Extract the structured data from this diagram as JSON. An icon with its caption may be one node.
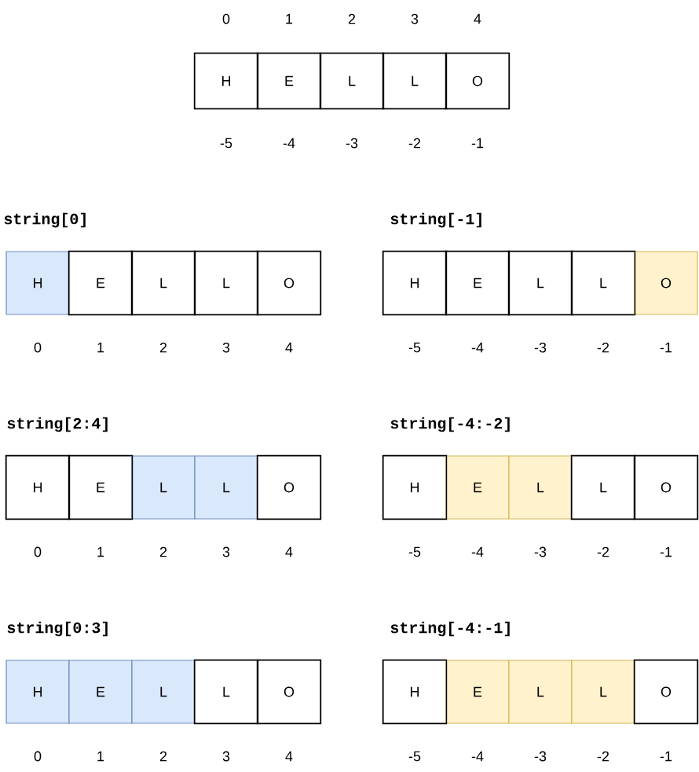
{
  "diagram": {
    "nodes": [
      {
        "text": [
          "H"
        ]
      },
      {
        "text": [
          "E"
        ]
      },
      {
        "text": [
          "L"
        ]
      },
      {
        "text": [
          "L"
        ]
      },
      {
        "text": [
          "O"
        ]
      },
      {
        "text": [
          "H"
        ]
      },
      {
        "text": [
          "E"
        ]
      },
      {
        "text": [
          "L"
        ]
      },
      {
        "text": [
          "L"
        ]
      },
      {
        "text": [
          "O"
        ]
      },
      {
        "text": [
          "H"
        ]
      },
      {
        "text": [
          "E"
        ]
      },
      {
        "text": [
          "L"
        ]
      },
      {
        "text": [
          "L"
        ]
      },
      {
        "text": [
          "O"
        ]
      },
      {
        "text": [
          "H"
        ]
      },
      {
        "text": [
          "E"
        ]
      },
      {
        "text": [
          "L"
        ]
      },
      {
        "text": [
          "L"
        ]
      },
      {
        "text": [
          "O"
        ]
      },
      {
        "text": [
          "H"
        ]
      },
      {
        "text": [
          "E"
        ]
      },
      {
        "text": [
          "L"
        ]
      },
      {
        "text": [
          "L"
        ]
      },
      {
        "text": [
          "O"
        ]
      },
      {
        "text": [
          "H"
        ]
      },
      {
        "text": [
          "E"
        ]
      },
      {
        "text": [
          "L"
        ]
      },
      {
        "text": [
          "L"
        ]
      },
      {
        "text": [
          "O"
        ]
      },
      {
        "text": [
          "H"
        ]
      },
      {
        "text": [
          "E"
        ]
      },
      {
        "text": [
          "L"
        ]
      },
      {
        "text": [
          "L"
        ]
      },
      {
        "text": [
          "O"
        ]
      }
    ],
    "labels": [
      "0",
      "1",
      "2",
      "3",
      "4",
      "-5",
      "-4",
      "-3",
      "-2",
      "-1",
      "string[0]",
      "string[-1]",
      "0",
      "1",
      "2",
      "3",
      "4",
      "-5",
      "-4",
      "-3",
      "-2",
      "-1",
      "string[2:4]",
      "string[-4:-2]",
      "0",
      "1",
      "2",
      "3",
      "4",
      "-5",
      "-4",
      "-3",
      "-2",
      "-1",
      "string[0:3]",
      "string[-4:-1]",
      "0",
      "1",
      "2",
      "3",
      "4",
      "-5",
      "-4",
      "-3",
      "-2",
      "-1"
    ]
  }
}
